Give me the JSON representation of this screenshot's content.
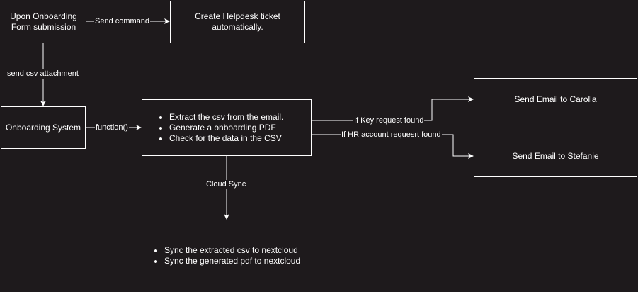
{
  "colors": {
    "background": "#1e1a1c",
    "stroke": "#ffffff",
    "text": "#ffffff"
  },
  "nodes": {
    "onboarding_form": "Upon Onboarding\nForm submission",
    "helpdesk_ticket": "Create Helpdesk ticket\nautomatically.",
    "onboarding_system": "Onboarding System",
    "processing_items": [
      "Extract the csv from the email.",
      "Generate a onboarding PDF",
      "Check for the data in the CSV"
    ],
    "email_carolla": "Send Email to Carolla",
    "email_stefanie": "Send Email to Stefanie",
    "sync_items": [
      "Sync the extracted csv to nextcloud",
      "Sync the generated pdf to nextcloud"
    ]
  },
  "edges": {
    "send_command": "Send command",
    "send_csv_attachment": "send csv attachment",
    "function_call": "function()",
    "key_request": "If Key request found",
    "hr_account_request": "If HR account requesrt found",
    "cloud_sync": "Cloud Sync"
  }
}
